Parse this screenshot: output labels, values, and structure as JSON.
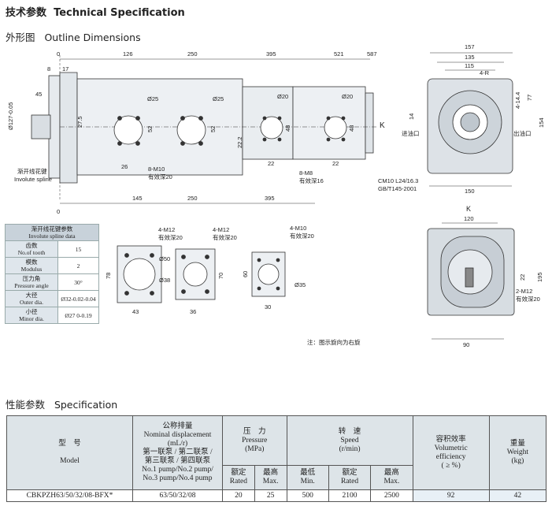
{
  "header": {
    "title_cn": "技术参数",
    "title_en": "Technical Specification"
  },
  "outline": {
    "title_cn": "外形图",
    "title_en": "Outline Dimensions"
  },
  "drawing": {
    "top_dims": [
      "0",
      "126",
      "250",
      "395",
      "521",
      "587"
    ],
    "left_dims": [
      "8",
      "17",
      "45",
      "Ø127-0.05",
      "27.5"
    ],
    "bores": [
      "Ø25",
      "Ø25",
      "Ø20",
      "Ø20"
    ],
    "body_dims": [
      "52",
      "52",
      "48",
      "48",
      "22.2",
      "26",
      "22",
      "22"
    ],
    "thread1": "8-M10",
    "thread1_depth": "有效深20",
    "thread2": "8-M8",
    "thread2_depth": "有效深16",
    "spline_cn": "渐开线花键",
    "spline_en": "Involute spline",
    "k_label": "K",
    "side_dims": [
      "157",
      "135",
      "115",
      "4-R",
      "14",
      "4-14.4",
      "77",
      "154",
      "150"
    ],
    "inlet": "进油口",
    "outlet": "出油口",
    "cm_note1": "CM10 L24/16.3",
    "cm_note2": "GB/T145-2001",
    "bottom_dims": [
      "0",
      "145",
      "250",
      "395"
    ],
    "port_threads": [
      "4-M12",
      "4-M12",
      "4-M10"
    ],
    "port_depths": [
      "有效深20",
      "有效深20",
      "有效深20"
    ],
    "port_diams": [
      "Ø50",
      "Ø38",
      "Ø35"
    ],
    "port_heights": [
      "78",
      "70",
      "60"
    ],
    "port_widths": [
      "43",
      "36",
      "30"
    ],
    "k_view_dims": [
      "K",
      "120",
      "22",
      "195",
      "2-M12",
      "有效深20",
      "90"
    ],
    "rotation_note": "注：图示旋向为右旋"
  },
  "spline_table": {
    "title_cn": "渐开线花键参数",
    "title_en": "Involute spline data",
    "rows": [
      {
        "cn": "齿数",
        "en": "No.of tooth",
        "value": "15"
      },
      {
        "cn": "模数",
        "en": "Modulus",
        "value": "2"
      },
      {
        "cn": "压力角",
        "en": "Pressure angle",
        "value": "30°"
      },
      {
        "cn": "大径",
        "en": "Outer dia.",
        "value": "Ø32-0.02-0.04"
      },
      {
        "cn": "小径",
        "en": "Minor dia.",
        "value": "Ø27 0-0.19"
      }
    ]
  },
  "performance": {
    "title_cn": "性能参数",
    "title_en": "Specification"
  },
  "spec_table": {
    "model_cn": "型　号",
    "model_en": "Model",
    "disp_cn": "公称排量",
    "disp_en": "Nominal displacement",
    "disp_unit": "(mL/r)",
    "disp_pump_cn1": "第一联泵 / 第二联泵 /",
    "disp_pump_cn2": "第三联泵 / 第四联泵",
    "disp_pump_en1": "No.1 pump/No.2 pump/",
    "disp_pump_en2": "No.3 pump/No.4 pump",
    "pressure_cn": "压　力",
    "pressure_en": "Pressure",
    "pressure_unit": "(MPa)",
    "rated_cn": "额定",
    "rated_en": "Rated",
    "max_cn": "最高",
    "max_en": "Max.",
    "speed_cn": "转　速",
    "speed_en": "Speed",
    "speed_unit": "(r/min)",
    "min_cn": "最低",
    "min_en": "Min.",
    "vol_cn": "容积效率",
    "vol_en1": "Volumetric",
    "vol_en2": "efficiency",
    "vol_unit": "( ≥ %)",
    "weight_cn": "重量",
    "weight_en": "Weight",
    "weight_unit": "(kg)",
    "row": {
      "model": "CBKPZH63/50/32/08-BFX*",
      "displacement": "63/50/32/08",
      "p_rated": "20",
      "p_max": "25",
      "s_min": "500",
      "s_rated": "2100",
      "s_max": "2500",
      "efficiency": "92",
      "weight": "42"
    }
  }
}
